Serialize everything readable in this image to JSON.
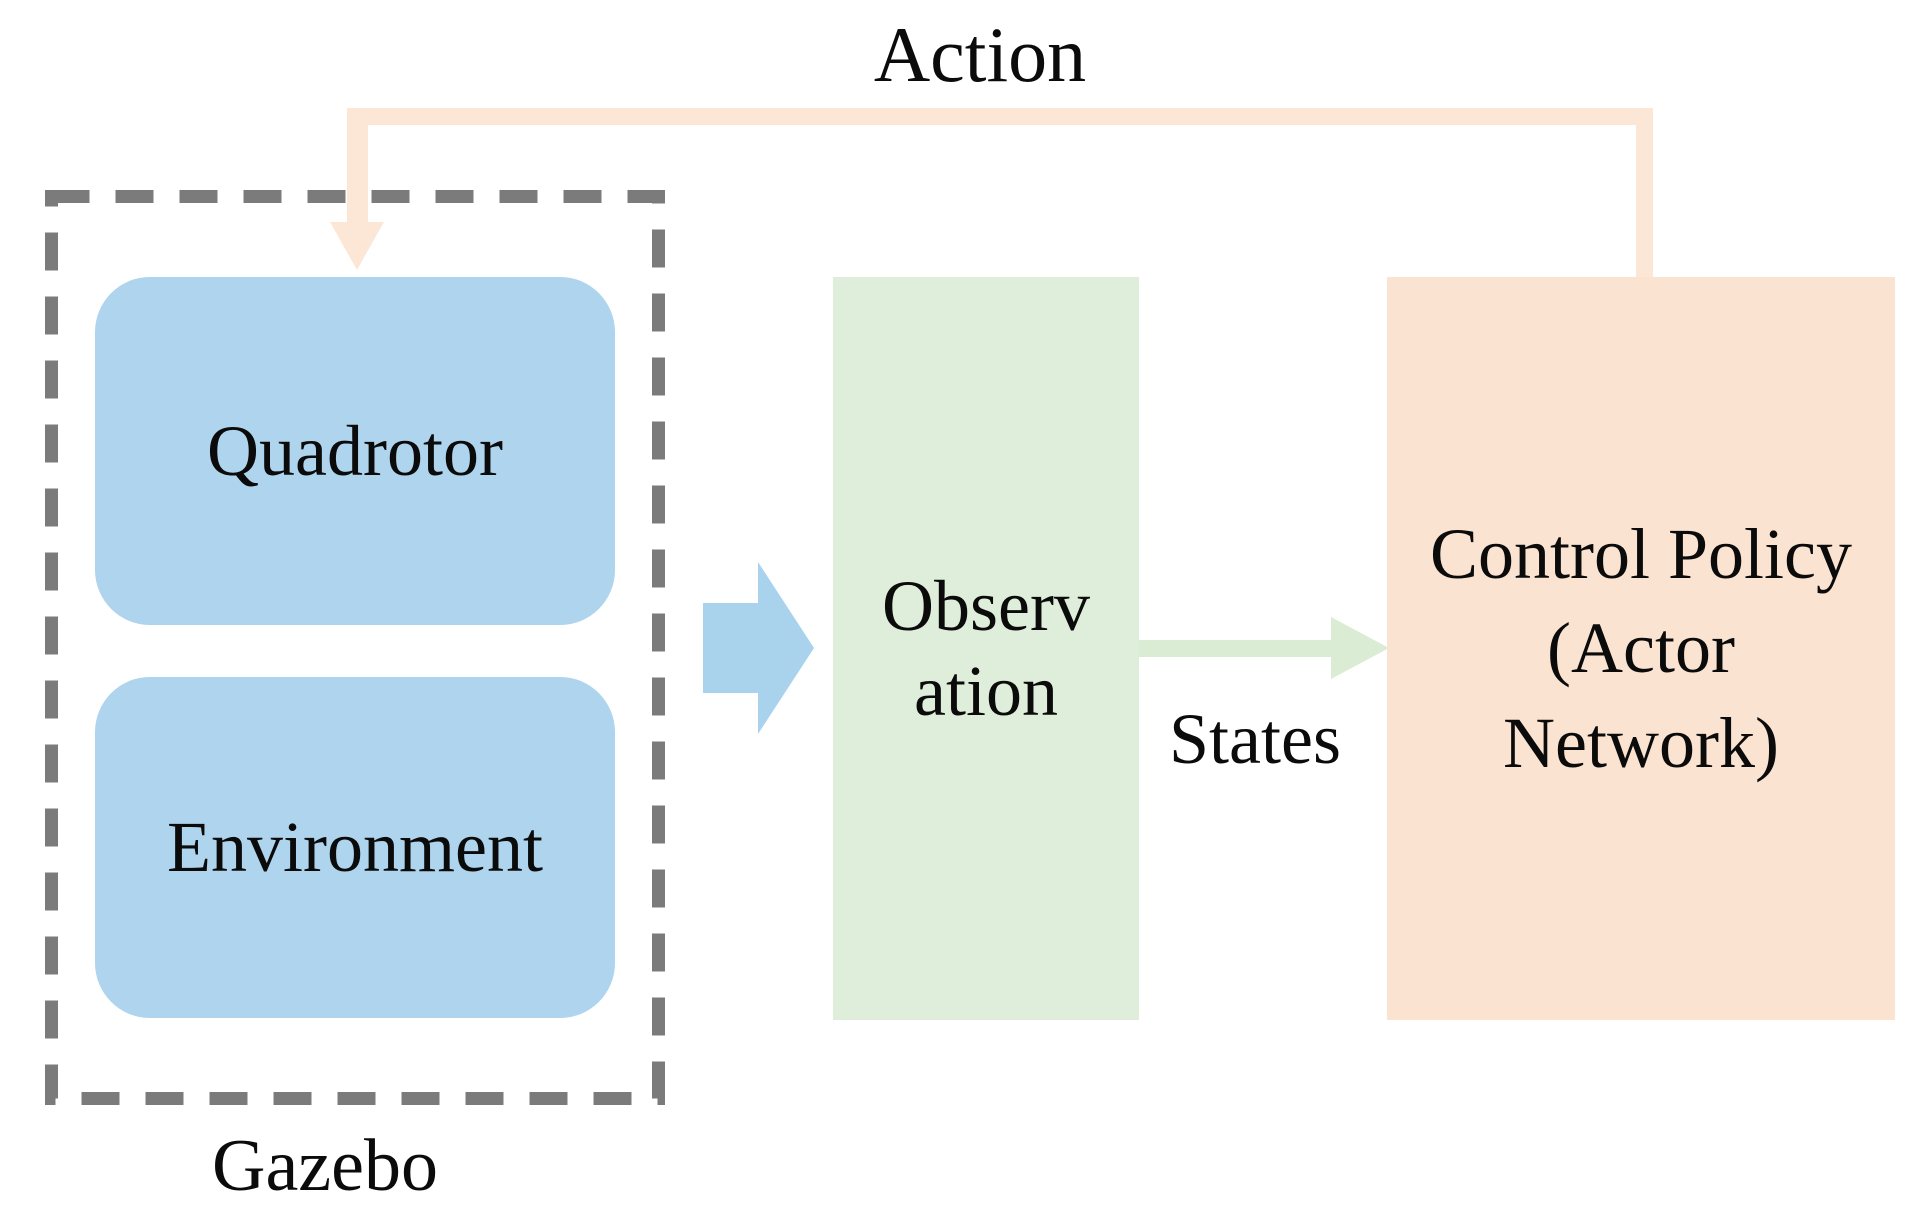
{
  "title": "Reinforcement learning control loop diagram (Gazebo quadrotor simulation)",
  "colors": {
    "background": "#ffffff",
    "text": "#0b0b0b",
    "blue_box": "#aed4ee",
    "blue_arrow": "#a9d2ec",
    "green_box": "#dfeeda",
    "green_arrow": "#daecd3",
    "orange_box": "#fbe3d1",
    "orange_path": "#fce7d7",
    "dash_gray": "#7b7b7b"
  },
  "group": {
    "label": "Gazebo"
  },
  "nodes": {
    "quadrotor": {
      "label": "Quadrotor"
    },
    "environment": {
      "label": "Environment"
    },
    "observation": {
      "line1": "Observ",
      "line2": "ation"
    },
    "control_policy": {
      "line1": "Control Policy",
      "line2": "(Actor",
      "line3": "Network)"
    }
  },
  "edges": {
    "gazebo_to_observation": {
      "label": "",
      "color_key": "blue_arrow",
      "from": "Gazebo",
      "to": "Observation"
    },
    "observation_to_policy": {
      "label": "States",
      "color_key": "green_arrow",
      "from": "Observation",
      "to": "Control Policy (Actor Network)"
    },
    "policy_to_quadrotor": {
      "label": "Action",
      "color_key": "orange_path",
      "from": "Control Policy (Actor Network)",
      "to": "Quadrotor"
    }
  }
}
